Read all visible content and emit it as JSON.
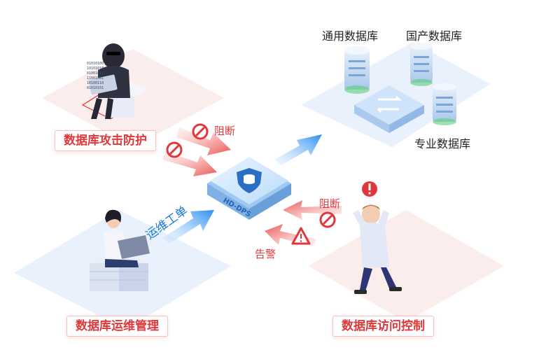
{
  "labels": {
    "attack_protection": "数据库攻击防护",
    "ops_management": "数据库运维管理",
    "access_control": "数据库访问控制",
    "general_db": "通用数据库",
    "domestic_db": "国产数据库",
    "specialized_db": "专业数据库",
    "block_top": "阻断",
    "block_right": "阻断",
    "alarm": "告警",
    "ops_ticket": "运维工单",
    "device_name": "HD-DPS",
    "hacker_binary": [
      "01010100",
      "10101010",
      "01001011",
      "11001001",
      "10100110",
      "01010101"
    ]
  },
  "colors": {
    "accent_red": "#e1373a",
    "accent_blue": "#1a7ad4",
    "platform_pink": "#fbe5e6",
    "platform_blue": "#e3eefb"
  }
}
